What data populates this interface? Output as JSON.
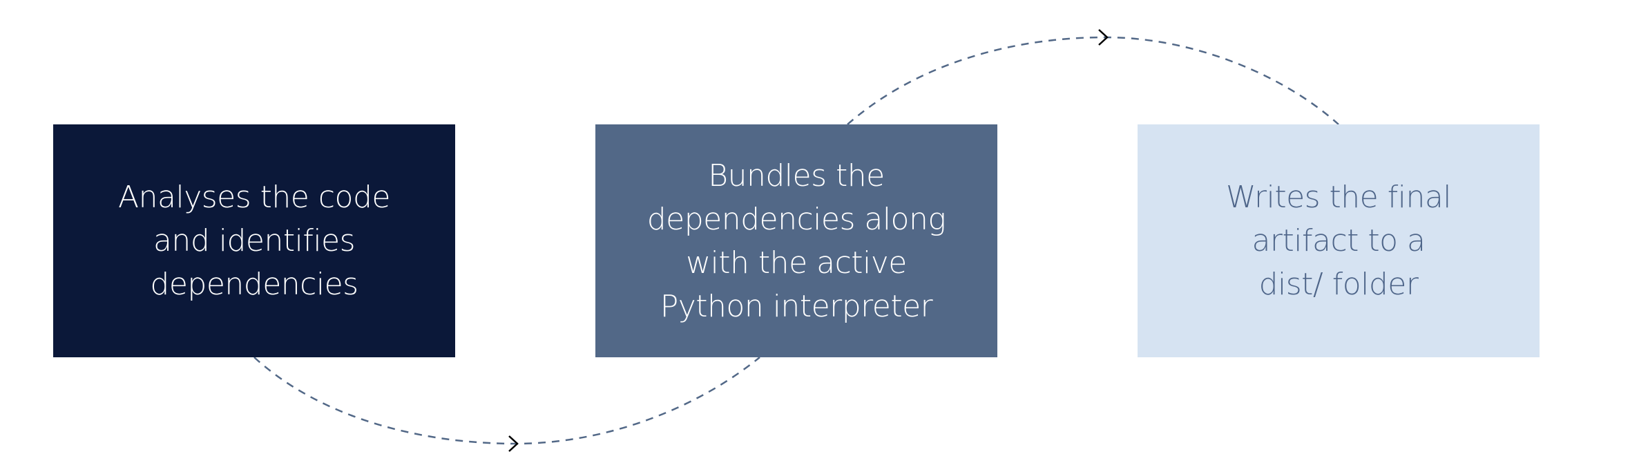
{
  "diagram": {
    "type": "process-flow",
    "colors": {
      "step_1_bg": "#0b1839",
      "step_2_bg": "#526887",
      "step_3_bg": "#d6e3f2",
      "step_1_text": "#ffffff",
      "step_2_text": "#ffffff",
      "step_3_text": "#4e6589",
      "connector": "#526887",
      "arrowhead": "#000000"
    },
    "steps": [
      {
        "id": "analyse",
        "label": "Analyses the code\nand identifies\ndependencies"
      },
      {
        "id": "bundle",
        "label": "Bundles the\ndependencies along\nwith the active\nPython interpreter"
      },
      {
        "id": "write",
        "label": "Writes the final\nartifact to a\ndist/ folder"
      }
    ],
    "connectors": [
      {
        "from": "analyse",
        "to": "bundle",
        "style": "dashed-curve-below",
        "arrowhead": "chevron-right"
      },
      {
        "from": "bundle",
        "to": "write",
        "style": "dashed-curve-above",
        "arrowhead": "chevron-right"
      }
    ]
  }
}
